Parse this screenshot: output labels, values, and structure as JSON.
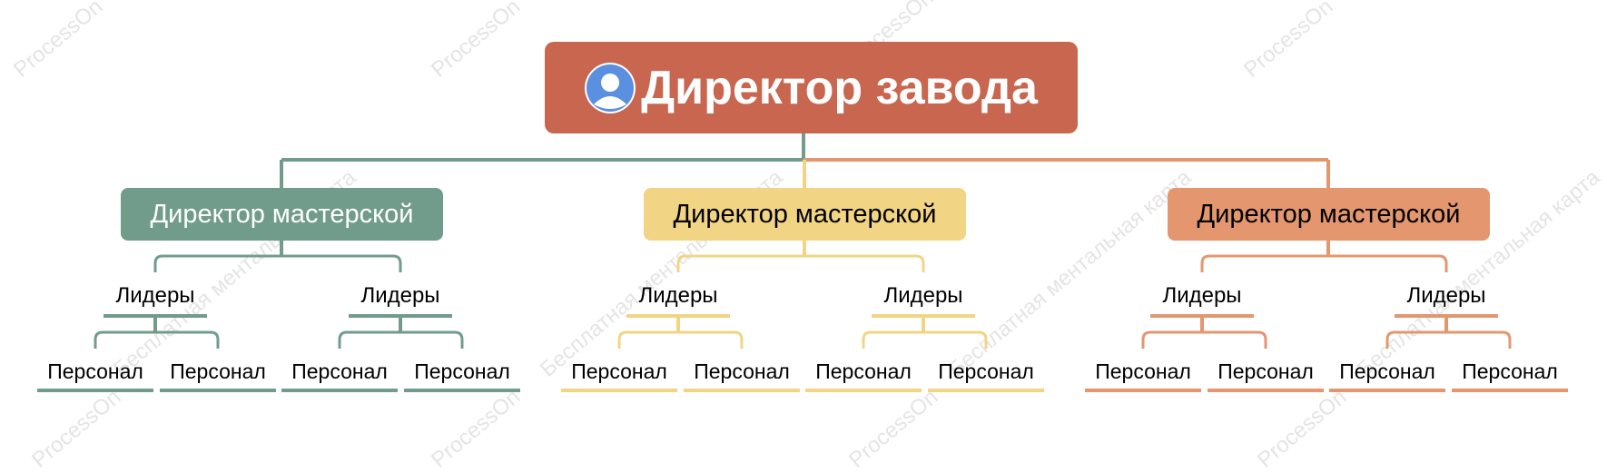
{
  "root": {
    "title": "Директор завода",
    "color": "#c9664f"
  },
  "branches": [
    {
      "label": "Директор мастерской",
      "color": "#719c8b",
      "text_color": "#ffffff",
      "leaders": [
        {
          "label": "Лидеры",
          "staff": [
            "Персонал",
            "Персонал"
          ]
        },
        {
          "label": "Лидеры",
          "staff": [
            "Персонал",
            "Персонал"
          ]
        }
      ]
    },
    {
      "label": "Директор мастерской",
      "color": "#f1d584",
      "text_color": "#000000",
      "leaders": [
        {
          "label": "Лидеры",
          "staff": [
            "Персонал",
            "Персонал"
          ]
        },
        {
          "label": "Лидеры",
          "staff": [
            "Персонал",
            "Персонал"
          ]
        }
      ]
    },
    {
      "label": "Директор мастерской",
      "color": "#e4976f",
      "text_color": "#000000",
      "leaders": [
        {
          "label": "Лидеры",
          "staff": [
            "Персонал",
            "Персонал"
          ]
        },
        {
          "label": "Лидеры",
          "staff": [
            "Персонал",
            "Персонал"
          ]
        }
      ]
    }
  ],
  "watermark": {
    "texts": [
      "ProcessOn",
      "Бесплатная ментальная карта"
    ]
  }
}
